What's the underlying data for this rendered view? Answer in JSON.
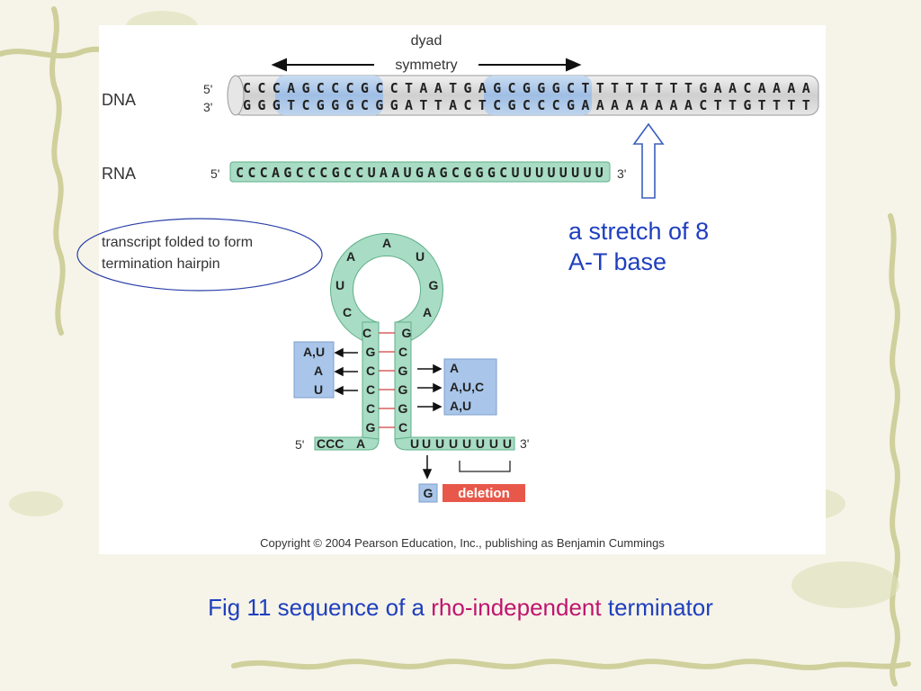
{
  "diagram": {
    "dyad_label_1": "dyad",
    "dyad_label_2": "symmetry",
    "dna_label": "DNA",
    "rna_label": "RNA",
    "prime5": "5'",
    "prime3": "3'",
    "dna_top": "CCCAGCCCGCCTAATGAGCGGGCTTTTTTTTGAACAAAA",
    "dna_bottom": "GGGTCGGGCGGATTACTCGCCCGAAAAAAAACTTGTTTT",
    "rna_seq": "CCCAGCCCGCCUAAUGAGCGGGCUUUUUUUU",
    "hairpin_note_1": "transcript folded to form",
    "hairpin_note_2": "termination hairpin",
    "loop_bases": [
      "A",
      "U",
      "G",
      "A",
      "A",
      "U",
      "C"
    ],
    "stem_left": [
      "C",
      "G",
      "C",
      "C",
      "C",
      "G"
    ],
    "stem_right": [
      "G",
      "C",
      "G",
      "G",
      "G",
      "C"
    ],
    "mut_left": [
      "A,U",
      "A",
      "U"
    ],
    "mut_right": [
      "A",
      "A,U,C",
      "A,U"
    ],
    "tail_5_bases": "CCC",
    "tail_5_a": "A",
    "tail_3_first": "U",
    "tail_3_rest": "UUUUUUU",
    "g_label": "G",
    "deletion_label": "deletion",
    "copyright": "Copyright © 2004 Pearson Education, Inc., publishing as Benjamin Cummings"
  },
  "annotation": {
    "stretch_line1": "a stretch of 8",
    "stretch_line2": "A-T base"
  },
  "caption": {
    "prefix": "Fig 11 sequence of a ",
    "highlight": "rho-independent",
    "suffix": " terminator"
  },
  "colors": {
    "caption_blue": "#1f3fbf",
    "highlight_magenta": "#c0146f",
    "rna_green": "#a8dcc4",
    "symmetry_blue": "#a9c6ea",
    "deletion_red": "#e8584a"
  }
}
